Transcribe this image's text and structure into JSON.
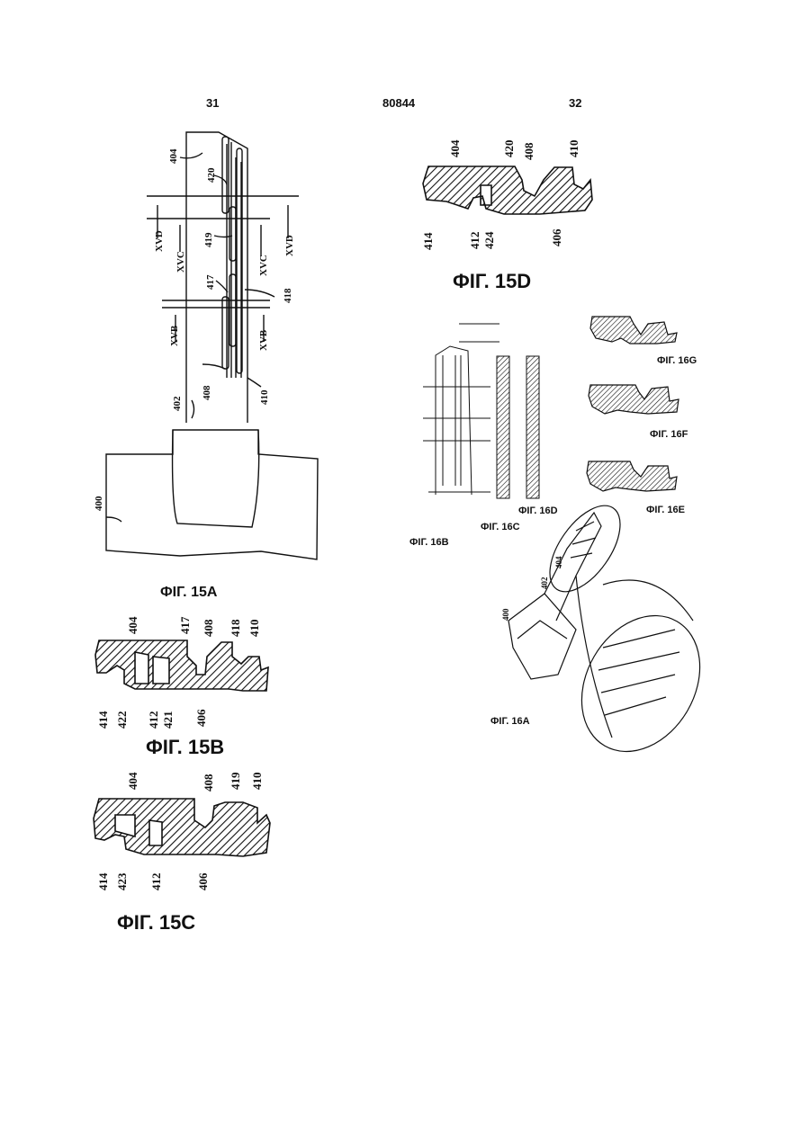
{
  "header": {
    "left_page": "31",
    "doc_number": "80844",
    "right_page": "32"
  },
  "captions": {
    "fig15a": "ФIГ. 15A",
    "fig15b": "ФIГ. 15B",
    "fig15c": "ФIГ. 15C",
    "fig15d": "ФIГ. 15D",
    "fig16a": "ФIГ. 16A",
    "fig16b": "ФIГ. 16B",
    "fig16c": "ФIГ. 16C",
    "fig16d": "ФIГ. 16D",
    "fig16e": "ФIГ. 16E",
    "fig16f": "ФIГ. 16F",
    "fig16g": "ФIГ. 16G"
  },
  "fig15a_labels": {
    "r404": "404",
    "r420": "420",
    "r419": "419",
    "r417": "417",
    "r418": "418",
    "r408": "408",
    "r410": "410",
    "r402": "402",
    "r400": "400",
    "sec_d_left": "XVD",
    "sec_d_right": "XVD",
    "sec_c_left": "XVC",
    "sec_c_right": "XVC",
    "sec_b_left": "XVB",
    "sec_b_right": "XVB"
  },
  "fig15b_labels": {
    "r404": "404",
    "r417": "417",
    "r408": "408",
    "r418": "418",
    "r410": "410",
    "r414": "414",
    "r422": "422",
    "r412": "412",
    "r421": "421",
    "r406": "406"
  },
  "fig15c_labels": {
    "r404": "404",
    "r408": "408",
    "r419": "419",
    "r410": "410",
    "r414": "414",
    "r423": "423",
    "r412": "412",
    "r406": "406"
  },
  "fig15d_labels": {
    "r404": "404",
    "r420": "420",
    "r408": "408",
    "r410": "410",
    "r414": "414",
    "r412": "412",
    "r424": "424",
    "r406": "406"
  },
  "fig16_labels": {
    "r400": "400",
    "r402": "402",
    "r404": "404"
  },
  "colors": {
    "ink": "#111111",
    "paper": "#ffffff"
  }
}
